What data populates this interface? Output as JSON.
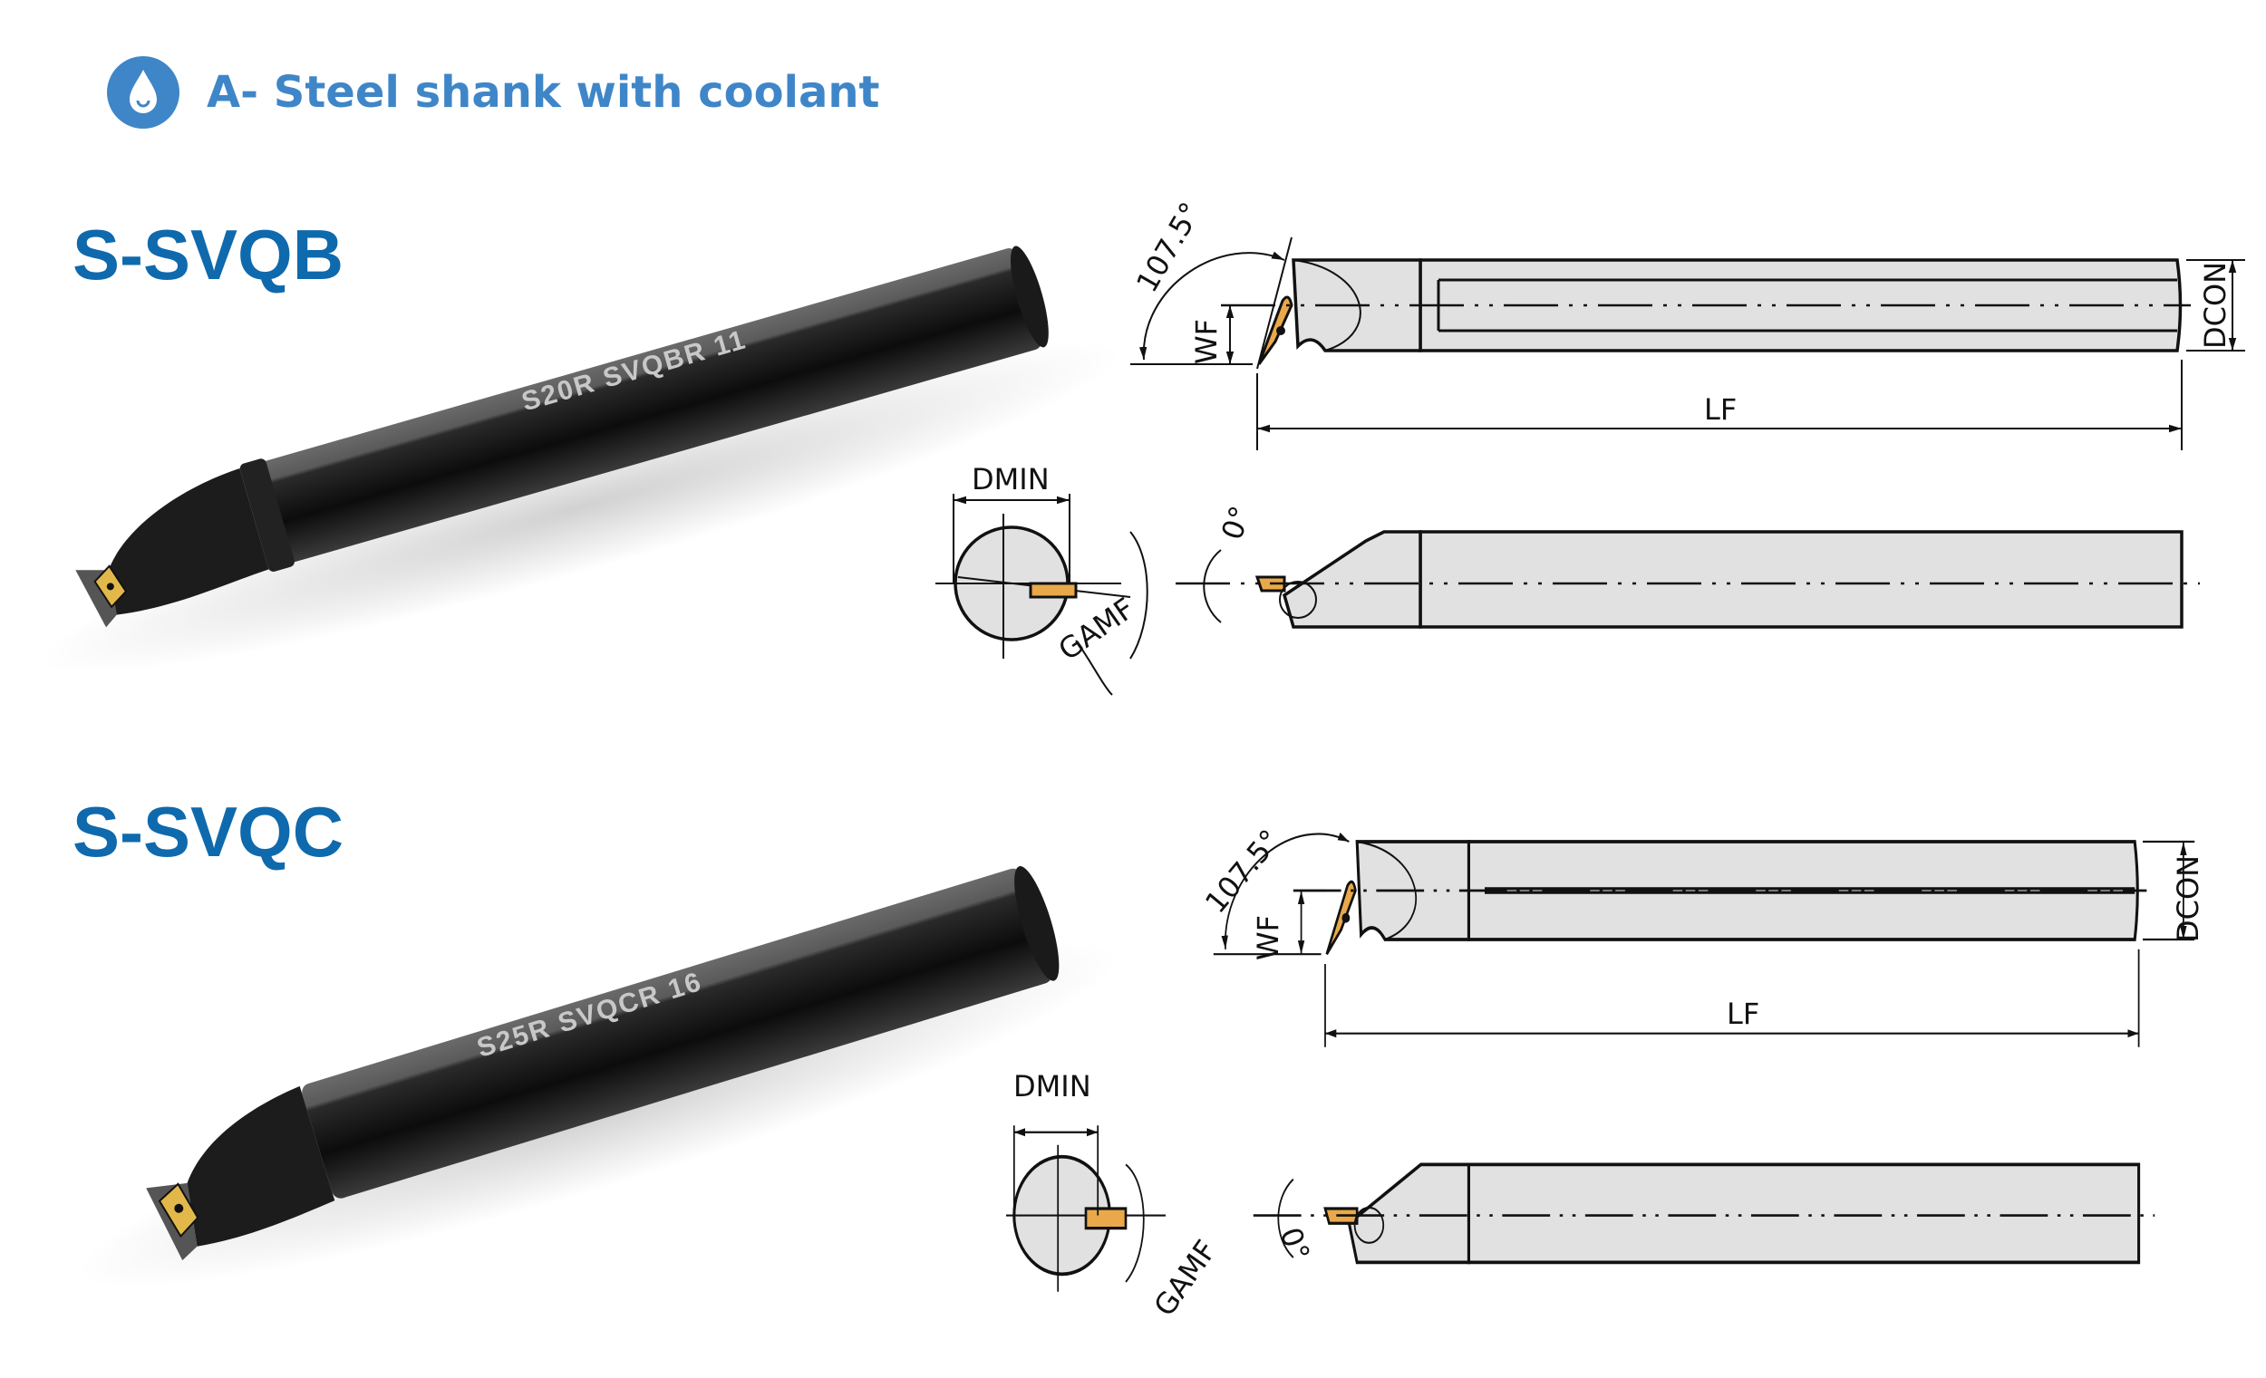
{
  "header": {
    "icon": "water-drop-icon",
    "title": "A- Steel shank with coolant"
  },
  "colors": {
    "accent": "#3f86c8",
    "series": "#0f69ad",
    "insert": "#e9a94a",
    "body": "#e2e1e2"
  },
  "products": [
    {
      "name": "S-SVQB",
      "engraving": "S20R SVQBR 11",
      "labels": {
        "angle": "107.5°",
        "wf": "WF",
        "dcon": "DCON",
        "lf": "LF",
        "dmin": "DMIN",
        "rake": "0°",
        "gamf": "GAMF"
      }
    },
    {
      "name": "S-SVQC",
      "engraving": "S25R SVQCR 16",
      "labels": {
        "angle": "107.5°",
        "wf": "WF",
        "dcon": "DCON",
        "lf": "LF",
        "dmin": "DMIN",
        "rake": "0°",
        "gamf": "GAMF"
      }
    }
  ]
}
